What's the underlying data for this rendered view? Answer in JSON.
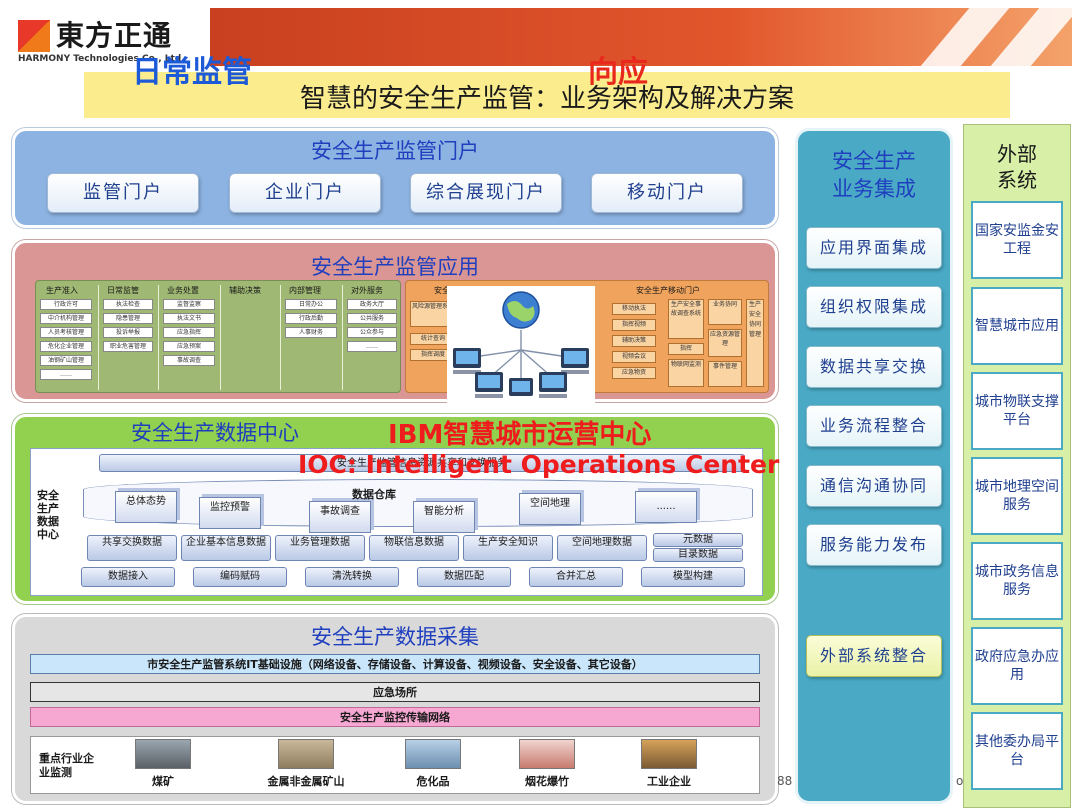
{
  "header": {
    "logo_cn": "東方正通",
    "logo_en": "HARMONY Technologies Co., Ltd.",
    "title": "智慧的安全生产监管：业务架构及解决方案"
  },
  "portal": {
    "title": "安全生产监管门户",
    "buttons": [
      "监管门户",
      "企业门户",
      "综合展现门户",
      "移动门户"
    ]
  },
  "application": {
    "title": "安全生产监管应用",
    "overlay_left": "日常监管",
    "overlay_right": "向应",
    "left_columns": [
      {
        "head": "生产准入",
        "items": [
          "行政许可",
          "中介机构管理",
          "人员考核管理",
          "危化企业管理",
          "油钢矿山管理",
          "……"
        ]
      },
      {
        "head": "日常监管",
        "items": [
          "执法检查",
          "隐患管理",
          "投诉举报",
          "职业危害管理"
        ]
      },
      {
        "head": "业务处置",
        "items": [
          "监督监察",
          "执法文书",
          "应急指挥",
          "应急预案",
          "事故调查"
        ]
      },
      {
        "head": "辅助决策",
        "items": []
      },
      {
        "head": "内部管理",
        "items": [
          "日常办公",
          "行政后勤",
          "人事财务"
        ]
      },
      {
        "head": "对外服务",
        "items": [
          "政务大厅",
          "公共服务",
          "公众参与",
          "……"
        ]
      }
    ],
    "right_header_left": "安全",
    "right_header_right": "安全生产移动门户",
    "right_items": [
      "风险源管理系统",
      "统计查询",
      "指挥调度",
      "移动执法",
      "指挥视频",
      "辅助决策",
      "视频会议",
      "应急物资",
      "生产安全事故调查系统",
      "业务协同",
      "指挥",
      "物联网监测",
      "应急资源管理",
      "事件管理"
    ],
    "right_side": "生产安全协同管理"
  },
  "data_center": {
    "title": "安全生产数据中心",
    "overlay_ibm": "IBM智慧城市运营中心",
    "overlay_ioc": "IOC: Intelligent Operations Center",
    "side_label": "安全生产数据中心",
    "top_bar": "安全生产监管信息资源共享和交换服务",
    "warehouse": "数据仓库",
    "cubes": [
      "总体态势",
      "监控预警",
      "事故调查",
      "智能分析",
      "空间地理",
      "......"
    ],
    "data_boxes": [
      "共享交换数据",
      "企业基本信息数据",
      "业务管理数据",
      "物联信息数据",
      "生产安全知识",
      "空间地理数据"
    ],
    "meta_boxes": [
      "元数据",
      "目录数据"
    ],
    "process_boxes": [
      "数据接入",
      "编码赋码",
      "清洗转换",
      "数据匹配",
      "合并汇总",
      "模型构建"
    ]
  },
  "collection": {
    "title": "安全生产数据采集",
    "bar_it": "市安全生产监管系统IT基础设施（网络设备、存储设备、计算设备、视频设备、安全设备、其它设备）",
    "bar_emergency": "应急场所",
    "bar_network": "安全生产监控传输网络",
    "key_label": "重点行业企业监测",
    "industries": [
      "煤矿",
      "金属非金属矿山",
      "危化品",
      "烟花爆竹",
      "工业企业"
    ]
  },
  "integration": {
    "title_line1": "安全生产",
    "title_line2": "业务集成",
    "buttons": [
      "应用界面集成",
      "组织权限集成",
      "数据共享交换",
      "业务流程整合",
      "通信沟通协同",
      "服务能力发布"
    ],
    "external_button": "外部系统整合"
  },
  "external": {
    "title_line1": "外部",
    "title_line2": "系统",
    "systems": [
      "国家安监金安工程",
      "智慧城市应用",
      "城市物联支撑平台",
      "城市地理空间服务",
      "城市政务信息服务",
      "政府应急办应用",
      "其他委办局平台"
    ]
  },
  "footer": {
    "page_number": "88",
    "mark": "o"
  },
  "colors": {
    "portal_layer": "#8db3e2",
    "application_layer": "#d99694",
    "data_center_layer": "#92d050",
    "collection_layer": "#d9d9d9",
    "integration_column": "#4aaac6",
    "external_column": "#d7efa6",
    "title_bar": "#fbec8e",
    "layer_title_text": "#1f3fbf",
    "overlay_red": "#ee1c1c",
    "overlay_blue": "#1c5ad8"
  }
}
